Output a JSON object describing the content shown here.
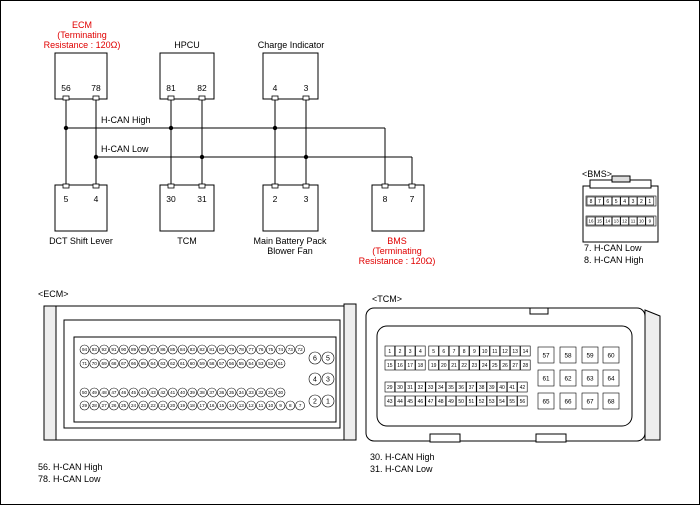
{
  "diagram": {
    "line_color": "#000000",
    "warn_color": "#e00000",
    "bus_high_label": "H-CAN High",
    "bus_low_label": "H-CAN Low",
    "top_components": [
      {
        "id": "ecm",
        "title_lines": [
          "ECM",
          "(Terminating",
          "Resistance : 120Ω)"
        ],
        "title_color": "#e00000",
        "pins": [
          "56",
          "78"
        ]
      },
      {
        "id": "hpcu",
        "title_lines": [
          "HPCU"
        ],
        "title_color": "#000000",
        "pins": [
          "81",
          "82"
        ]
      },
      {
        "id": "charge",
        "title_lines": [
          "Charge Indicator"
        ],
        "title_color": "#000000",
        "pins": [
          "4",
          "3"
        ]
      }
    ],
    "bottom_components": [
      {
        "id": "dct",
        "caption_lines": [
          "DCT Shift Lever"
        ],
        "caption_color": "#000000",
        "pins": [
          "5",
          "4"
        ]
      },
      {
        "id": "tcm",
        "caption_lines": [
          "TCM"
        ],
        "caption_color": "#000000",
        "pins": [
          "30",
          "31"
        ]
      },
      {
        "id": "fan",
        "caption_lines": [
          "Main Battery Pack",
          "Blower Fan"
        ],
        "caption_color": "#000000",
        "pins": [
          "2",
          "3"
        ]
      },
      {
        "id": "bms",
        "caption_lines": [
          "BMS",
          "(Terminating",
          "Resistance : 120Ω)"
        ],
        "caption_color": "#e00000",
        "pins": [
          "8",
          "7"
        ]
      }
    ]
  },
  "bms_connector": {
    "title": "<BMS>",
    "row1": [
      "8",
      "7",
      "6",
      "5",
      "4",
      "3",
      "2",
      "1"
    ],
    "row2": [
      "16",
      "15",
      "14",
      "13",
      "12",
      "11",
      "10",
      "9"
    ],
    "legend": [
      "7. H-CAN Low",
      "8. H-CAN High"
    ]
  },
  "ecm_connector": {
    "title": "<ECM>",
    "rows": [
      [
        "94",
        "93",
        "92",
        "91",
        "90",
        "89",
        "88",
        "87",
        "86",
        "85",
        "84",
        "83",
        "82",
        "81",
        "80",
        "79",
        "78",
        "77",
        "76",
        "75",
        "74",
        "73",
        "72"
      ],
      [
        "71",
        "70",
        "69",
        "68",
        "67",
        "66",
        "65",
        "64",
        "63",
        "62",
        "61",
        "60",
        "59",
        "58",
        "57",
        "56",
        "55",
        "54",
        "53",
        "52",
        "51"
      ],
      [
        "50",
        "49",
        "48",
        "47",
        "46",
        "45",
        "44",
        "43",
        "42",
        "41",
        "40",
        "39",
        "38",
        "37",
        "36",
        "35",
        "34",
        "33",
        "32",
        "31",
        "30"
      ],
      [
        "29",
        "28",
        "27",
        "26",
        "25",
        "24",
        "23",
        "22",
        "21",
        "20",
        "19",
        "18",
        "17",
        "16",
        "15",
        "14",
        "13",
        "12",
        "11",
        "10",
        "9",
        "8",
        "7"
      ]
    ],
    "power_pins": [
      "6",
      "5",
      "4",
      "3",
      "2",
      "1"
    ],
    "legend": [
      "56. H-CAN High",
      "78. H-CAN Low"
    ]
  },
  "tcm_connector": {
    "title": "<TCM>",
    "rows": [
      [
        "1",
        "2",
        "3",
        "4",
        "5",
        "6",
        "7",
        "8",
        "9",
        "10",
        "11",
        "12",
        "13",
        "14"
      ],
      [
        "15",
        "16",
        "17",
        "18",
        "19",
        "20",
        "21",
        "22",
        "23",
        "24",
        "25",
        "26",
        "27",
        "28"
      ],
      [
        "29",
        "30",
        "31",
        "32",
        "33",
        "34",
        "35",
        "36",
        "37",
        "38",
        "39",
        "40",
        "41",
        "42"
      ],
      [
        "43",
        "44",
        "45",
        "46",
        "47",
        "48",
        "49",
        "50",
        "51",
        "52",
        "53",
        "54",
        "55",
        "56"
      ]
    ],
    "right_pins": [
      [
        "57",
        "58",
        "59",
        "60"
      ],
      [
        "61",
        "62",
        "63",
        "64"
      ],
      [
        "65",
        "66",
        "67",
        "68"
      ]
    ],
    "legend": [
      "30. H-CAN High",
      "31. H-CAN Low"
    ]
  }
}
